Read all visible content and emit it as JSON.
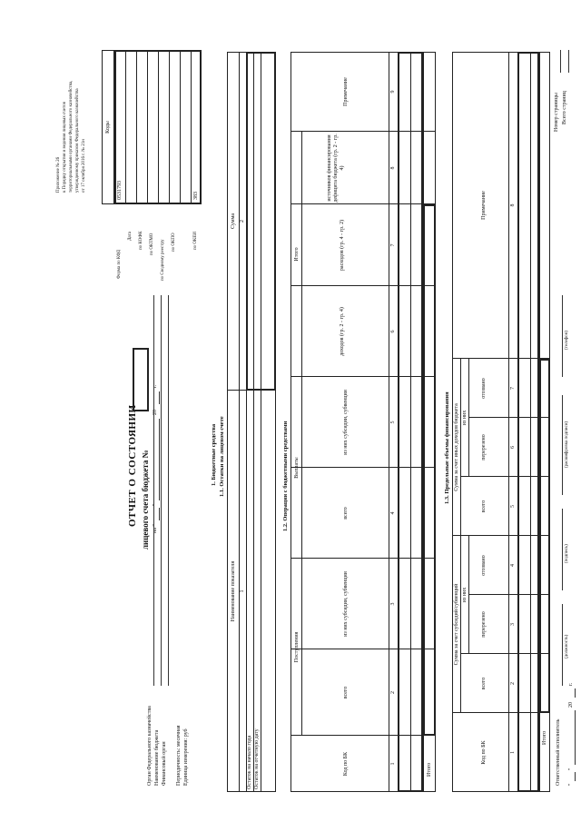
{
  "appendix": {
    "line1": "Приложение № 26",
    "line2": "к Порядку открытия и ведения лицевых счетов",
    "line3": "территориальными органами Федерального казначейства,",
    "line4": "утвержденному приказом Федерального казначейства",
    "line5": "от 17 октября 2016 г. № 21н"
  },
  "codes_panel": {
    "header": "Коды",
    "rows": [
      {
        "label": "Форма по КФД",
        "value": "0531793"
      },
      {
        "label": "Дата",
        "value": ""
      },
      {
        "label": "по КОФК",
        "value": ""
      },
      {
        "label": "по ОКТМО",
        "value": ""
      },
      {
        "label": "по Сводному реестру",
        "value": ""
      },
      {
        "label": "по ОКПО",
        "value": ""
      },
      {
        "label": "",
        "value": ""
      },
      {
        "label": "по ОКЕИ",
        "value": "383"
      }
    ]
  },
  "title": {
    "line1": "ОТЧЕТ О СОСТОЯНИИ",
    "line2": "лицевого счета бюджета №",
    "date_prefix": "на \"",
    "date_quote": "\"",
    "date_year_prefix": "20",
    "date_year_suffix": "г."
  },
  "org_labels": [
    "Орган Федерального казначейства",
    "Наименование бюджета",
    "Финансовый орган",
    "",
    "Периодичность: месячная",
    "Единица измерения: руб"
  ],
  "section1": {
    "title": "1. Бюджетные средства",
    "sub": "1.1. Остатки на лицевом счете",
    "col_name": "Наименование показателя",
    "col_sum": "Сумма",
    "num1": "1",
    "num2": "2",
    "row1": "Остаток на начало года",
    "row2": "Остаток на отчетную дату"
  },
  "section12": {
    "title": "1.2. Операции с бюджетными средствами",
    "col_kbk": "Код по БК",
    "grp_income": "Поступления",
    "grp_outflow": "Выплаты",
    "grp_total": "Итого",
    "c_total_in": "всего",
    "c_sub_in": "из них субсидии, субвенции",
    "c_total_out": "всего",
    "c_sub_out": "из них субсидии, субвенции",
    "c_income": "доходов (гр. 2 - гр. 4)",
    "c_expense": "расходов (гр. 4 - гр. 2)",
    "c_sources": "источников финансирования дефицита бюджета (гр. 2 - гр. 4)",
    "c_note": "Примечание",
    "nums": [
      "1",
      "2",
      "3",
      "4",
      "5",
      "6",
      "7",
      "8",
      "9"
    ],
    "total": "Итого"
  },
  "section13": {
    "title": "1.3. Предельные объемы финансирования",
    "col_kbk": "Код по БК",
    "grp_sub": "Сумма за счет субсидий/субвенций",
    "grp_other": "Сумма за счет иных доходов бюджета",
    "of_them": "из них",
    "of_them2": "из них",
    "c_total1": "всего",
    "c_moved1": "перерезено",
    "c_recalled1": "отозвано",
    "c_total2": "всего",
    "c_moved2": "перерезено",
    "c_recalled2": "отозвано",
    "c_note": "Примечание",
    "nums": [
      "1",
      "2",
      "3",
      "4",
      "5",
      "6",
      "7",
      "8"
    ],
    "total": "Итого"
  },
  "footer": {
    "executor": "Ответственный исполнитель",
    "position": "(должность)",
    "signature": "(подпись)",
    "decoding": "(расшифровка подписи)",
    "phone": "(телефон)",
    "date_q1": "\"",
    "date_q2": "\"",
    "date_year": "20",
    "date_g": "г.",
    "page_no": "Номер страницы",
    "page_total": "Всего страниц"
  }
}
